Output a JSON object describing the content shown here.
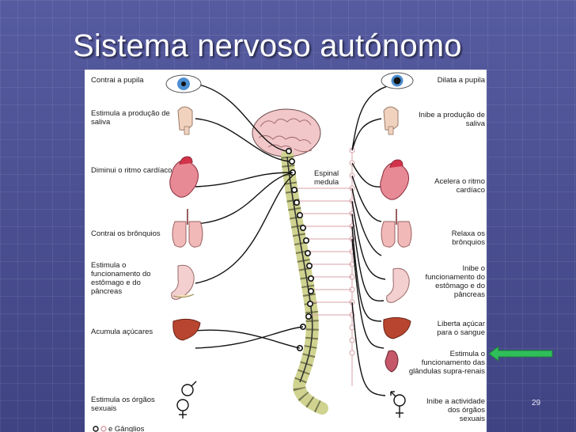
{
  "slide": {
    "title": "Sistema nervoso autónomo",
    "page_number": "29",
    "colors": {
      "background": "#4a4f8e",
      "arrow": "#2fbf5a",
      "nerve": "#111111",
      "sympathetic_chain": "#d8a0a8"
    }
  },
  "diagram": {
    "spinal_label": "Espinal medula",
    "legend_text": "e  Gânglios",
    "left_labels": [
      "Contrai a pupila",
      "Estimula a produção de saliva",
      "Diminui o ritmo cardíaco",
      "Contrai os brônquios",
      "Estimula o funcionamento do estômago e do pâncreas",
      "Acumula açúcares",
      "Estimula os órgãos sexuais"
    ],
    "right_labels": [
      "Dilata a pupila",
      "Inibe a produção de saliva",
      "Acelera o ritmo cardíaco",
      "Relaxa os brônquios",
      "Inibe o funcionamento do estômago e do pâncreas",
      "Liberta açúcar para o sangue",
      "Estimula o funcionamento das glândulas supra-renais",
      "Inibe a actividade dos órgãos sexuais"
    ],
    "icons": [
      "eye-icon",
      "head-icon",
      "heart-icon",
      "lungs-icon",
      "stomach-icon",
      "liver-icon",
      "adrenal-gland-icon",
      "sex-symbol-icon",
      "brain-icon"
    ]
  }
}
